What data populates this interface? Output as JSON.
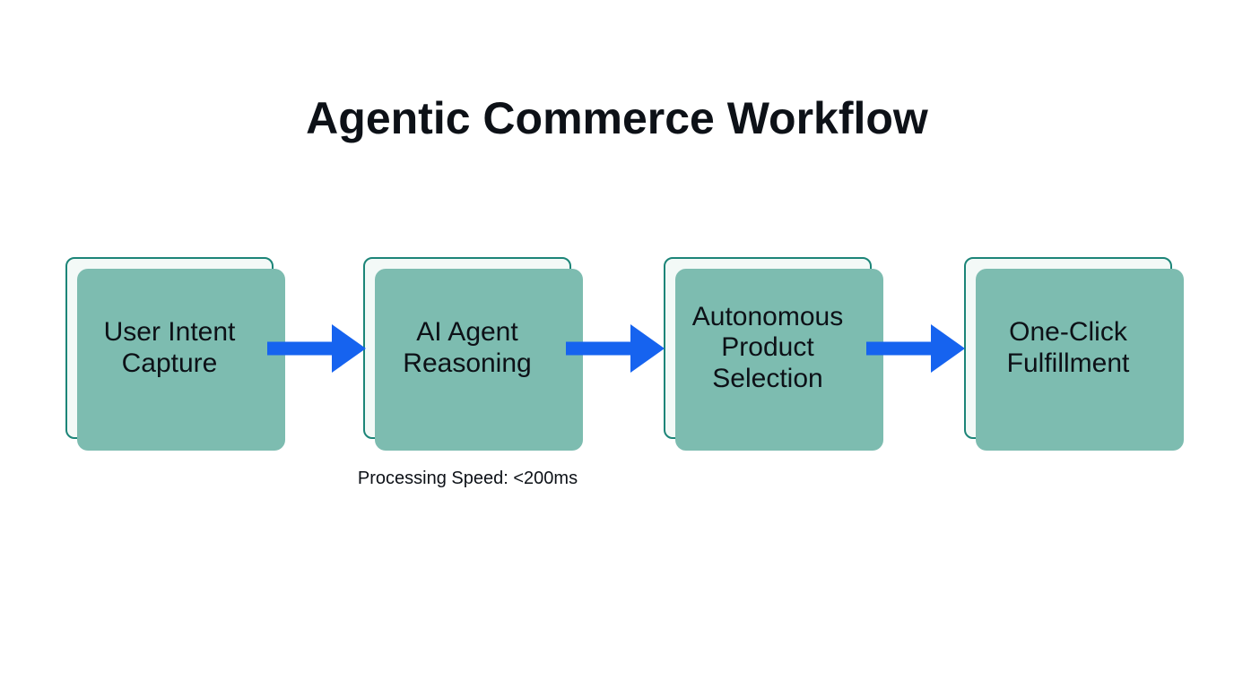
{
  "diagram": {
    "title": "Agentic Commerce Workflow",
    "steps": [
      {
        "label": "User Intent Capture"
      },
      {
        "label": "AI Agent Reasoning"
      },
      {
        "label": "Autonomous Product Selection"
      },
      {
        "label": "One-Click Fulfillment"
      }
    ],
    "annotation": "Processing Speed: <200ms",
    "arrow_icon": "right-arrow"
  },
  "colors": {
    "background": "#ffffff",
    "box-fill": "#f3f9f7",
    "box-border": "#1c8578",
    "box-shadow": "#7dbcb0",
    "arrow-blue": "#1663ef",
    "text-dark": "#0d1117"
  }
}
